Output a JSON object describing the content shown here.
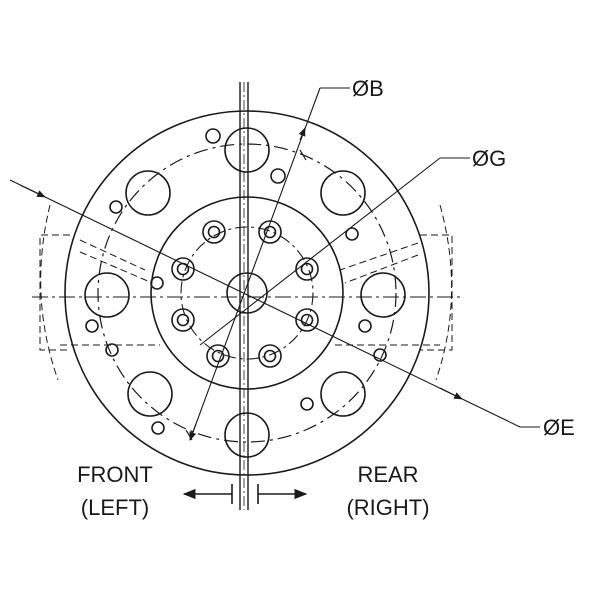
{
  "labels": {
    "dim_b": "ØB",
    "dim_g": "ØG",
    "dim_e": "ØE",
    "front_line1": "FRONT",
    "front_line2": "(LEFT)",
    "rear_line1": "REAR",
    "rear_line2": "(RIGHT)"
  },
  "colors": {
    "line": "#1a1a1a",
    "background": "#ffffff"
  }
}
